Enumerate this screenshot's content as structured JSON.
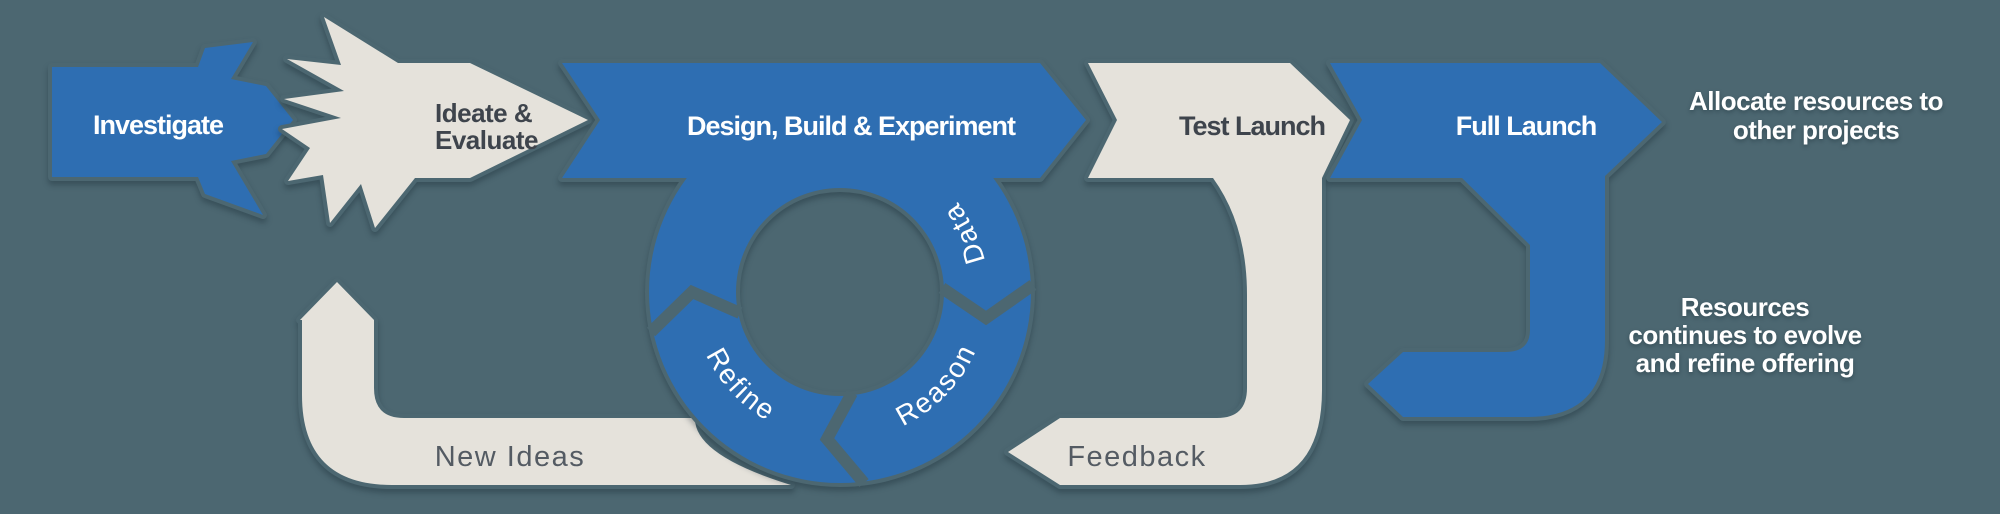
{
  "colors": {
    "background": "#4c6771",
    "blue": "#2e6eb2",
    "cream": "#e5e2db",
    "dark_text": "#3e444c",
    "muted_text": "#545b63",
    "white": "#ffffff"
  },
  "stages": {
    "investigate": "Investigate",
    "ideate_line1": "Ideate &",
    "ideate_line2": "Evaluate",
    "design": "Design, Build & Experiment",
    "test_launch": "Test Launch",
    "full_launch": "Full Launch"
  },
  "cycle": {
    "step1": "Data",
    "step2": "Reason",
    "step3": "Refine"
  },
  "loops": {
    "new_ideas": "New Ideas",
    "feedback": "Feedback"
  },
  "annotations": {
    "allocate_line1": "Allocate resources to",
    "allocate_line2": "other projects",
    "resources_line1": "Resources",
    "resources_line2": "continues to evolve",
    "resources_line3": "and refine offering"
  }
}
